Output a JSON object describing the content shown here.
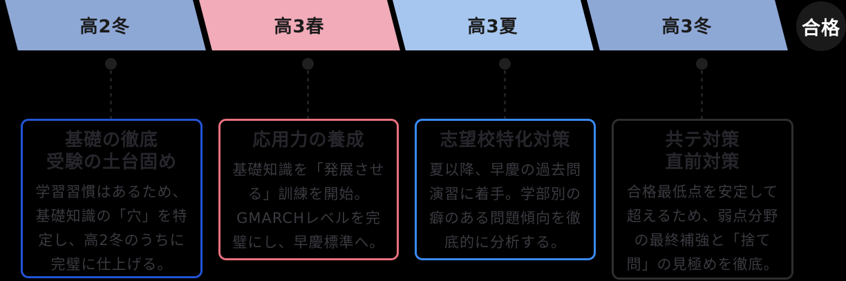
{
  "timeline": {
    "phases": [
      {
        "label": "高2冬",
        "color": "#8EA8D6"
      },
      {
        "label": "高3春",
        "color": "#F1ABB9"
      },
      {
        "label": "高3夏",
        "color": "#A6C6EF"
      },
      {
        "label": "高3冬",
        "color": "#8EA8D6"
      }
    ],
    "goal": {
      "label": "合格",
      "bg": "#1A1A1A",
      "text_color": "#FFFFFF"
    }
  },
  "cards": [
    {
      "title": "基礎の徹底\n受験の土台固め",
      "body": "学習習慣はあるため、基礎知識の「穴」を特定し、高2冬のうちに完璧に仕上げる。",
      "border_color": "#2254D6"
    },
    {
      "title": "応用力の養成",
      "body": "基礎知識を「発展させる」訓練を開始。GMARCHレベルを完璧にし、早慶標準へ。",
      "border_color": "#E8717F"
    },
    {
      "title": "志望校特化対策",
      "body": "夏以降、早慶の過去問演習に着手。学部別の癖のある問題傾向を徹底的に分析する。",
      "border_color": "#3B8BF5"
    },
    {
      "title": "共テ対策\n直前対策",
      "body": "合格最低点を安定して超えるため、弱点分野の最終補強と「捨て問」の見極めを徹底。",
      "border_color": "#2E2E2E"
    }
  ],
  "connector": {
    "dot_color": "#1F1F1F",
    "line_color": "#202020"
  }
}
